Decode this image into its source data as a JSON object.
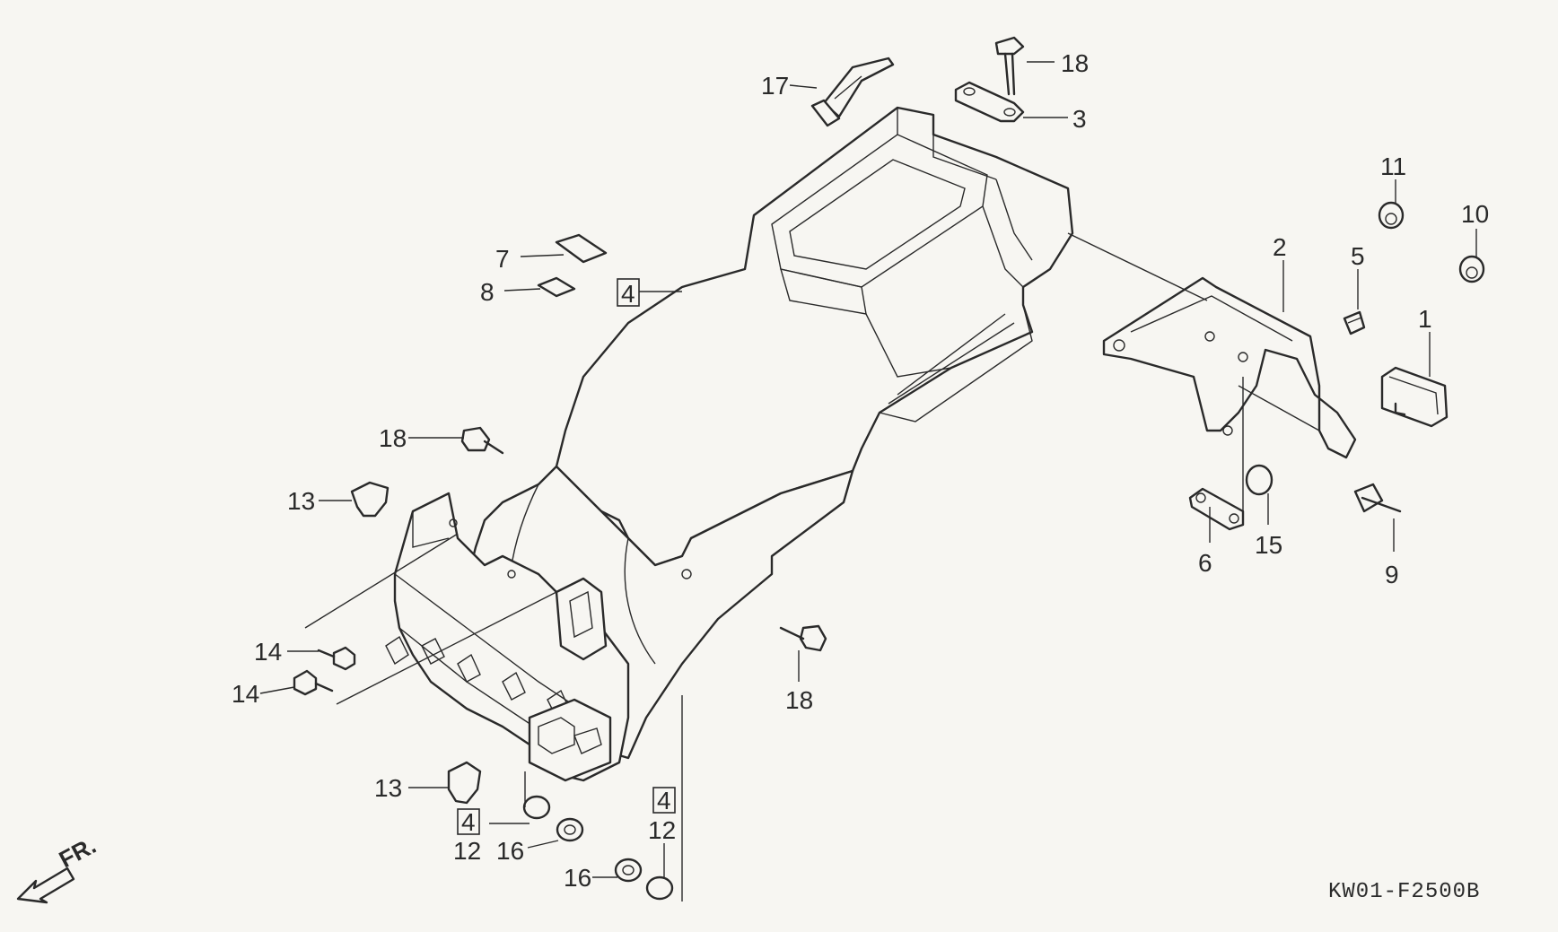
{
  "diagram": {
    "code": "KW01-F2500B",
    "direction": "FR.",
    "callouts": [
      {
        "id": "c1",
        "label": "1"
      },
      {
        "id": "c2",
        "label": "2"
      },
      {
        "id": "c3",
        "label": "3"
      },
      {
        "id": "c4a",
        "label": "4",
        "boxed": true
      },
      {
        "id": "c4b",
        "label": "4",
        "boxed": true
      },
      {
        "id": "c4c",
        "label": "4",
        "boxed": true
      },
      {
        "id": "c5",
        "label": "5"
      },
      {
        "id": "c6",
        "label": "6"
      },
      {
        "id": "c7",
        "label": "7"
      },
      {
        "id": "c8",
        "label": "8"
      },
      {
        "id": "c9",
        "label": "9"
      },
      {
        "id": "c10",
        "label": "10"
      },
      {
        "id": "c11",
        "label": "11"
      },
      {
        "id": "c12a",
        "label": "12"
      },
      {
        "id": "c12b",
        "label": "12"
      },
      {
        "id": "c13a",
        "label": "13"
      },
      {
        "id": "c13b",
        "label": "13"
      },
      {
        "id": "c14a",
        "label": "14"
      },
      {
        "id": "c14b",
        "label": "14"
      },
      {
        "id": "c15",
        "label": "15"
      },
      {
        "id": "c16a",
        "label": "16"
      },
      {
        "id": "c16b",
        "label": "16"
      },
      {
        "id": "c17",
        "label": "17"
      },
      {
        "id": "c18a",
        "label": "18"
      },
      {
        "id": "c18b",
        "label": "18"
      },
      {
        "id": "c18c",
        "label": "18"
      }
    ]
  }
}
